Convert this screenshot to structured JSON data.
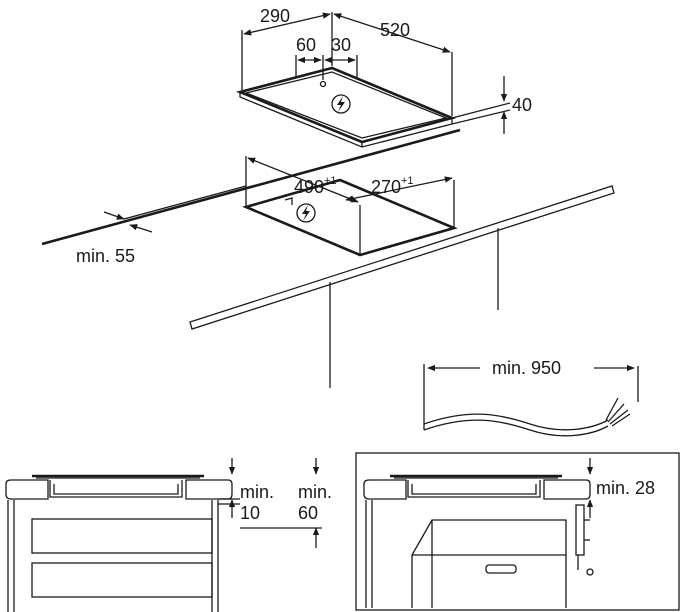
{
  "top_view": {
    "dim_depth": "290",
    "dim_width": "520",
    "dim_inset_a": "60",
    "dim_inset_b": "30",
    "dim_height": "40",
    "symbol": "electrical-hazard"
  },
  "cutout_view": {
    "dim_depth": "490",
    "dim_depth_tol": "+1",
    "dim_width": "270",
    "dim_width_tol": "+1",
    "dim_edge": "min. 55"
  },
  "cable": {
    "dim_length": "min. 950"
  },
  "side_view_left": {
    "gap_a_line1": "min.",
    "gap_a_line2": "10",
    "gap_b_line1": "min.",
    "gap_b_line2": "60"
  },
  "side_view_right": {
    "gap": "min. 28"
  }
}
